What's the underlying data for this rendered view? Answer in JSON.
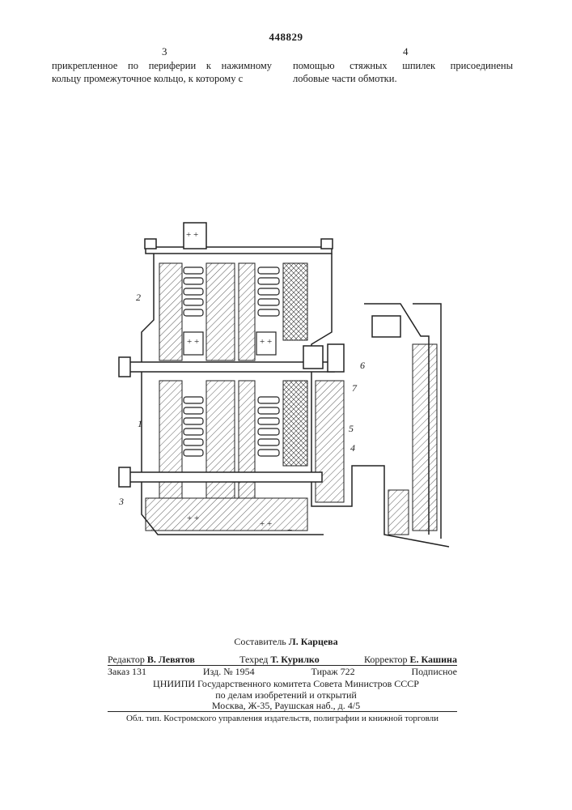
{
  "header": {
    "patent_number": "448829",
    "col_left_number": "3",
    "col_right_number": "4"
  },
  "text": {
    "left_column": "прикрепленное по периферии к нажимному кольцу промежуточное кольцо, к которому с",
    "right_column": "помощью стяжных шпилек присоединены лобовые части обмотки."
  },
  "drawing": {
    "labels": [
      "2",
      "1",
      "3",
      "4",
      "5",
      "6",
      "7"
    ],
    "marks": {
      "plus_plus": "+ +",
      "plus": "+",
      "minus": "−"
    }
  },
  "imprint": {
    "compiler_label": "Составитель",
    "compiler_name": "Л. Карцева",
    "editor_label": "Редактор",
    "editor_name": "В. Левятов",
    "techred_label": "Техред",
    "techred_name": "Т. Курилко",
    "corrector_label": "Корректор",
    "corrector_name": "Е. Кашина",
    "order": "Заказ 131",
    "edition": "Изд. № 1954",
    "print_run": "Тираж 722",
    "subscription": "Подписное",
    "org_line1": "ЦНИИПИ Государственного комитета Совета Министров СССР",
    "org_line2": "по делам изобретений и открытий",
    "address": "Москва, Ж-35, Раушская наб., д. 4/5",
    "footer": "Обл. тип. Костромского управления издательств, полиграфии и книжной торговли"
  }
}
